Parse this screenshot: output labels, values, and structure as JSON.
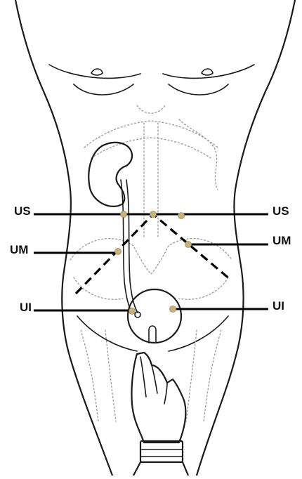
{
  "labels": {
    "us_left": "US",
    "us_right": "US",
    "um_left": "UM",
    "um_right": "UM",
    "ui_left": "UI",
    "ui_right": "UI"
  },
  "colors": {
    "point": "#c9b27a",
    "line": "#000000",
    "outline": "#1a1a1a",
    "skeleton": "#9a9a9a"
  }
}
